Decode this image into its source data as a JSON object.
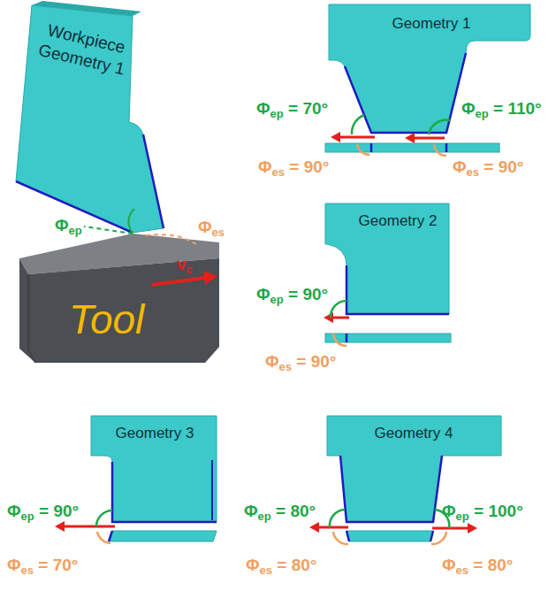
{
  "diagram": {
    "nodes": [
      {
        "text": [
          "Workpiece Geometry 1"
        ]
      },
      {
        "text": [
          "Tool"
        ]
      },
      {
        "text": [
          "Geometry 1"
        ]
      },
      {
        "text": [
          "Geometry 2"
        ]
      },
      {
        "text": [
          "Geometry 3"
        ]
      },
      {
        "text": [
          "Geometry 4"
        ]
      }
    ],
    "labels": [
      "Φep",
      "Φes",
      "vc",
      "Φep = 70°",
      "Φep = 110°",
      "Φes = 90°",
      "Φes = 90°",
      "Φep = 90°",
      "Φes = 90°",
      "Φep = 90°",
      "Φes = 70°",
      "Φep = 80°",
      "Φep = 100°",
      "Φes = 80°",
      "Φes = 80°"
    ]
  }
}
